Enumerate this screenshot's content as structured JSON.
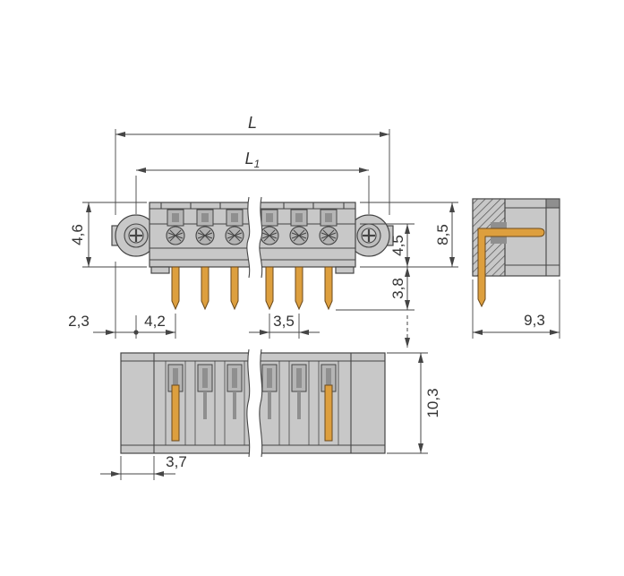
{
  "drawing": {
    "dims": {
      "overall_length": "L",
      "pin_span_main": "L",
      "pin_span_sub": "1",
      "flange_height": "4,6",
      "housing_height": "8,5",
      "upper_section_height": "4,5",
      "pin_protrusion": "3,8",
      "edge_to_hole_center": "2,3",
      "hole_center_to_first_pin": "4,2",
      "pin_pitch": "3,5",
      "side_depth": "9,3",
      "bottom_view_height": "10,3",
      "edge_to_inner_wall": "3,7"
    },
    "colors": {
      "line": "#454545",
      "text": "#333333",
      "body": "#c8c8c8",
      "body_mid": "#b5b5b5",
      "body_dark": "#8f8f8f",
      "contact": "#b3b3b3",
      "ring": "#bdbdbd",
      "screw": "#cfcfcf",
      "pin": "#dd9f3e",
      "pin_edge": "#6b4a1d",
      "background": "#ffffff"
    }
  }
}
